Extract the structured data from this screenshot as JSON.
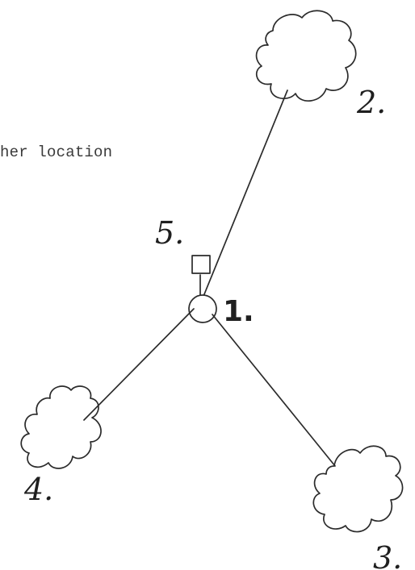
{
  "typed_text": "her location",
  "labels": {
    "node_1": "1.",
    "node_2": "2.",
    "node_3": "3.",
    "node_4": "4.",
    "node_5": "5."
  },
  "colors": {
    "ink": "#2b2b2b",
    "typed_text": "#3a3a3a",
    "background": "#ffffff"
  }
}
